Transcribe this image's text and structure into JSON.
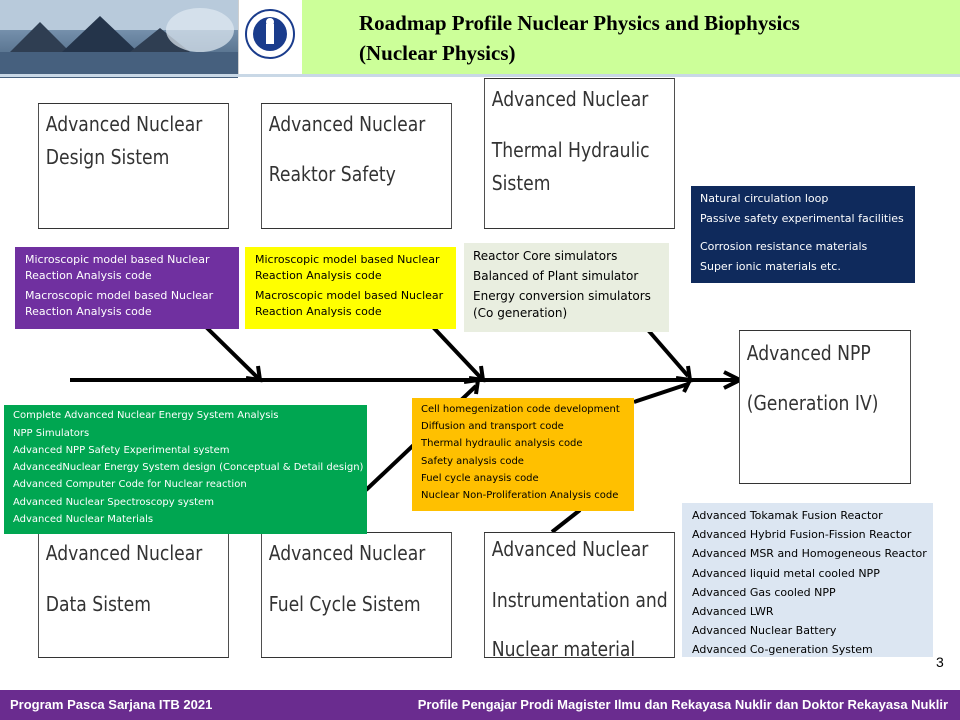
{
  "header": {
    "title_line1": "Roadmap Profile Nuclear Physics and Biophysics",
    "title_line2": "(Nuclear Physics)"
  },
  "colors": {
    "title_bar": "#ccff99",
    "purple": "#7030a0",
    "yellow": "#ffff00",
    "light_gray_green": "#e9eee0",
    "navy": "#0f2a5c",
    "green": "#00a651",
    "orange": "#ffc000",
    "light_blue": "#dce6f2",
    "footer": "#6a2c8f"
  },
  "boxes": {
    "design": [
      "Advanced Nuclear",
      "Design Sistem"
    ],
    "safety": [
      "Advanced Nuclear",
      "Reaktor Safety"
    ],
    "thermal": [
      "Advanced Nuclear",
      "Thermal Hydraulic",
      "Sistem"
    ],
    "npp": [
      "Advanced NPP",
      "(Generation IV)"
    ],
    "data": [
      "Advanced Nuclear",
      "Data Sistem"
    ],
    "fuel": [
      "Advanced Nuclear",
      "Fuel Cycle Sistem"
    ],
    "instrumentation": [
      "Advanced Nuclear",
      "Instrumentation and",
      "Nuclear material"
    ]
  },
  "notes": {
    "purple": [
      "Microscopic model based Nuclear",
      "Reaction Analysis code",
      "Macroscopic model based Nuclear",
      "Reaction Analysis code"
    ],
    "yellow": [
      "Microscopic model based Nuclear",
      "Reaction Analysis code",
      "Macroscopic model based Nuclear",
      "Reaction Analysis code"
    ],
    "gray": [
      "Reactor Core simulators",
      "Balanced of Plant simulator",
      "Energy conversion simulators",
      "(Co generation)"
    ],
    "navy": [
      "Natural circulation loop",
      "Passive safety experimental facilities",
      "Corrosion resistance materials",
      "Super ionic materials etc."
    ],
    "green": [
      "Complete Advanced Nuclear Energy System Analysis",
      "NPP Simulators",
      "Advanced NPP Safety Experimental system",
      "AdvancedNuclear Energy System design (Conceptual & Detail design)",
      "Advanced Computer Code for Nuclear reaction",
      "Advanced Nuclear Spectroscopy system",
      "Advanced Nuclear Materials"
    ],
    "orange": [
      "Cell homegenization code development",
      "Diffusion and transport code",
      "Thermal hydraulic analysis code",
      "Safety analysis code",
      "Fuel cycle anaysis code",
      "Nuclear Non-Proliferation Analysis code"
    ],
    "blue": [
      "Advanced Tokamak Fusion Reactor",
      "Advanced Hybrid Fusion-Fission Reactor",
      "Advanced MSR and Homogeneous Reactor",
      "Advanced liquid metal cooled NPP",
      "Advanced Gas cooled NPP",
      "Advanced LWR",
      "Advanced Nuclear Battery",
      "Advanced Co-generation System"
    ]
  },
  "slide_number": "3",
  "footer": {
    "left": "Program Pasca Sarjana ITB 2021",
    "right": "Profile Pengajar Prodi Magister Ilmu dan Rekayasa Nuklir dan Doktor Rekayasa Nuklir"
  }
}
